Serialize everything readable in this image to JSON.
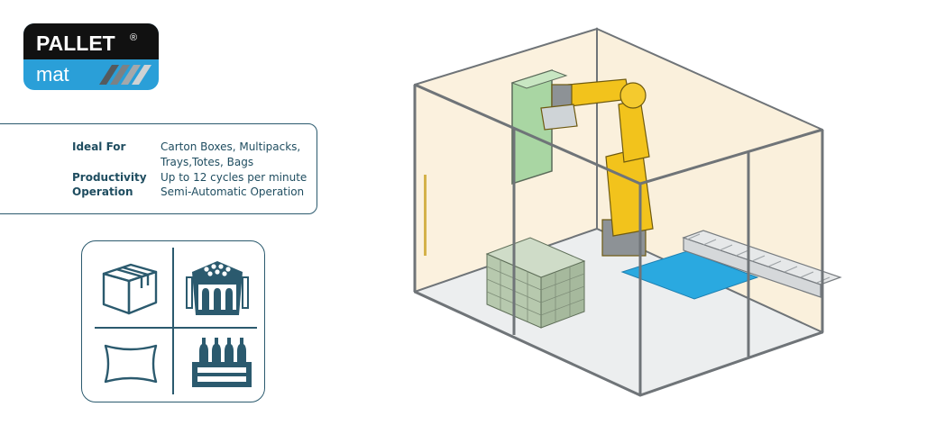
{
  "logo": {
    "top_text": "PALLET",
    "reg_mark": "®",
    "bottom_text": "mat"
  },
  "specs": [
    {
      "key": "Ideal For",
      "value_lines": [
        "Carton Boxes, Multipacks,",
        "Trays,Totes, Bags"
      ]
    },
    {
      "key": "Productivity",
      "value_lines": [
        "Up to 12 cycles per minute"
      ]
    },
    {
      "key": "Operation",
      "value_lines": [
        "Semi-Automatic Operation"
      ]
    }
  ],
  "icons": [
    "carton-box-icon",
    "tray-icon",
    "bag-icon",
    "bottle-crate-icon"
  ],
  "colors": {
    "brand_dark": "#2b5a6e",
    "logo_black": "#111111",
    "logo_blue": "#2a9fd8",
    "pallet_blue": "#2aa9e0",
    "robot_yellow": "#f2c31c"
  }
}
